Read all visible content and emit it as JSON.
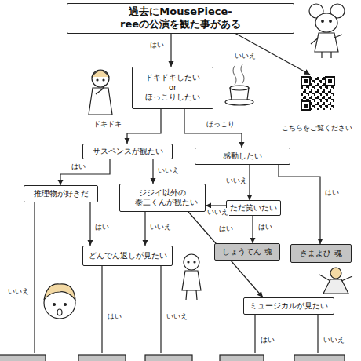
{
  "diagram": {
    "nodes": [
      {
        "text": [
          "過去にMousePiece-reeの公演を観た事がある"
        ]
      },
      {
        "text": [
          "ドキドキしたい or ほっこりしたい"
        ]
      },
      {
        "text": [
          "こちらをご覧ください"
        ]
      },
      {
        "text": [
          "サスペンスが観たい"
        ]
      },
      {
        "text": [
          "感動したい"
        ]
      },
      {
        "text": [
          "推理物が好きだ"
        ]
      },
      {
        "text": [
          "ジジイ以外の 泰三くんが観たい"
        ]
      },
      {
        "text": [
          "ただ笑いたい"
        ]
      },
      {
        "text": [
          "さまよひ 魂"
        ]
      },
      {
        "text": [
          "しょうてん 魂"
        ]
      },
      {
        "text": [
          "どんでん返しが見たい"
        ]
      },
      {
        "text": [
          "ミュージカルが見たい"
        ]
      }
    ],
    "edges": [
      {
        "from": 0,
        "to": 1,
        "label": "はい",
        "arrow": "to"
      },
      {
        "from": 0,
        "to": 2,
        "label": "いいえ",
        "arrow": "to"
      },
      {
        "from": 1,
        "to": 3,
        "label": "ドキドキ",
        "arrow": "to"
      },
      {
        "from": 1,
        "to": 4,
        "label": "ほっこり",
        "arrow": "to"
      },
      {
        "from": 3,
        "to": 5,
        "label": "はい",
        "arrow": "to"
      },
      {
        "from": 3,
        "to": 6,
        "label": "いいえ",
        "arrow": "to"
      },
      {
        "from": 4,
        "to": 7,
        "label": "いいえ",
        "arrow": "to"
      },
      {
        "from": 4,
        "to": 8,
        "label": "はい",
        "arrow": "to"
      },
      {
        "from": 7,
        "to": 6,
        "label": "いいえ",
        "arrow": "to"
      },
      {
        "from": 7,
        "to": 9,
        "label": "はい",
        "arrow": "to"
      },
      {
        "from": 5,
        "to": 10,
        "label": "はい",
        "arrow": "to"
      },
      {
        "from": 6,
        "to": 10,
        "label": "いいえ",
        "arrow": "to"
      },
      {
        "from": 6,
        "to": 11,
        "label": "はい",
        "arrow": "to"
      }
    ],
    "labels": [
      "いいえ",
      "はい",
      "いいえ",
      "はい",
      "いいえ"
    ]
  }
}
